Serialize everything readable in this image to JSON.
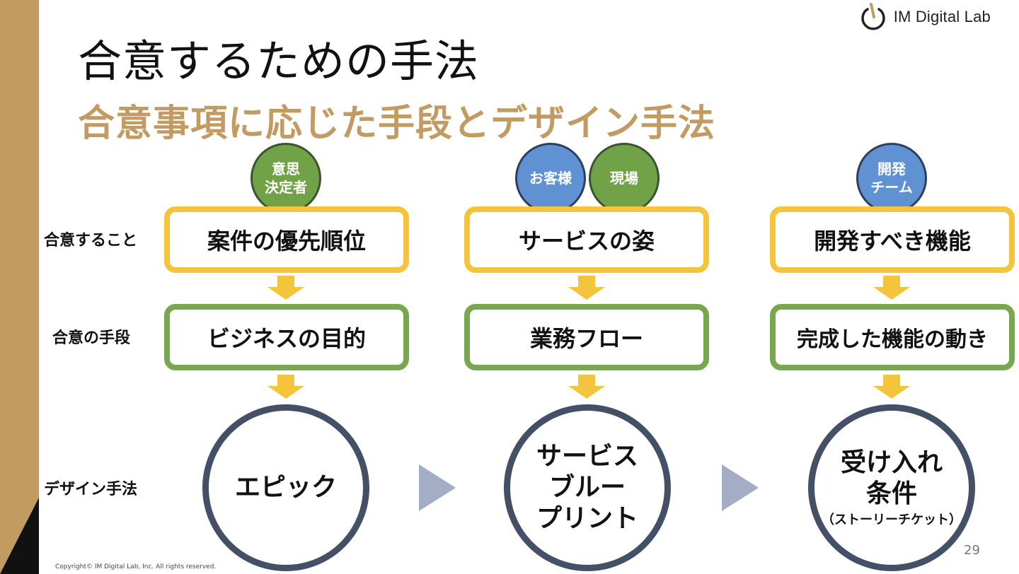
{
  "logo": {
    "text": "IM Digital Lab",
    "icon": "power-icon"
  },
  "title": "合意するための手法",
  "subtitle": "合意事項に応じた手段とデザイン手法",
  "row_labels": {
    "agree": "合意すること",
    "means": "合意の手段",
    "design": "デザイン手法"
  },
  "columns": [
    {
      "badges": [
        {
          "text": "意思\n決定者",
          "color": "green"
        }
      ],
      "agree": "案件の優先順位",
      "means": "ビジネスの目的",
      "design": {
        "lines": [
          "エピック"
        ],
        "sub": ""
      }
    },
    {
      "badges": [
        {
          "text": "お客様",
          "color": "blue"
        },
        {
          "text": "現場",
          "color": "green"
        }
      ],
      "agree": "サービスの姿",
      "means": "業務フロー",
      "design": {
        "lines": [
          "サービス",
          "ブルー",
          "プリント"
        ],
        "sub": ""
      }
    },
    {
      "badges": [
        {
          "text": "開発\nチーム",
          "color": "blue"
        }
      ],
      "agree": "開発すべき機能",
      "means": "完成した機能の動き",
      "design": {
        "lines": [
          "受け入れ",
          "条件"
        ],
        "sub": "（ストーリーチケット）"
      }
    }
  ],
  "colors": {
    "gold": "#c19b62",
    "yellow": "#f4c53c",
    "green": "#78a74f",
    "blue": "#6091d2",
    "navy": "#435066",
    "arrow_gray": "#a3adc6"
  },
  "footer": {
    "copyright": "Copyright© IM Digital Lab, Inc. All rights reserved.",
    "page": "29"
  }
}
